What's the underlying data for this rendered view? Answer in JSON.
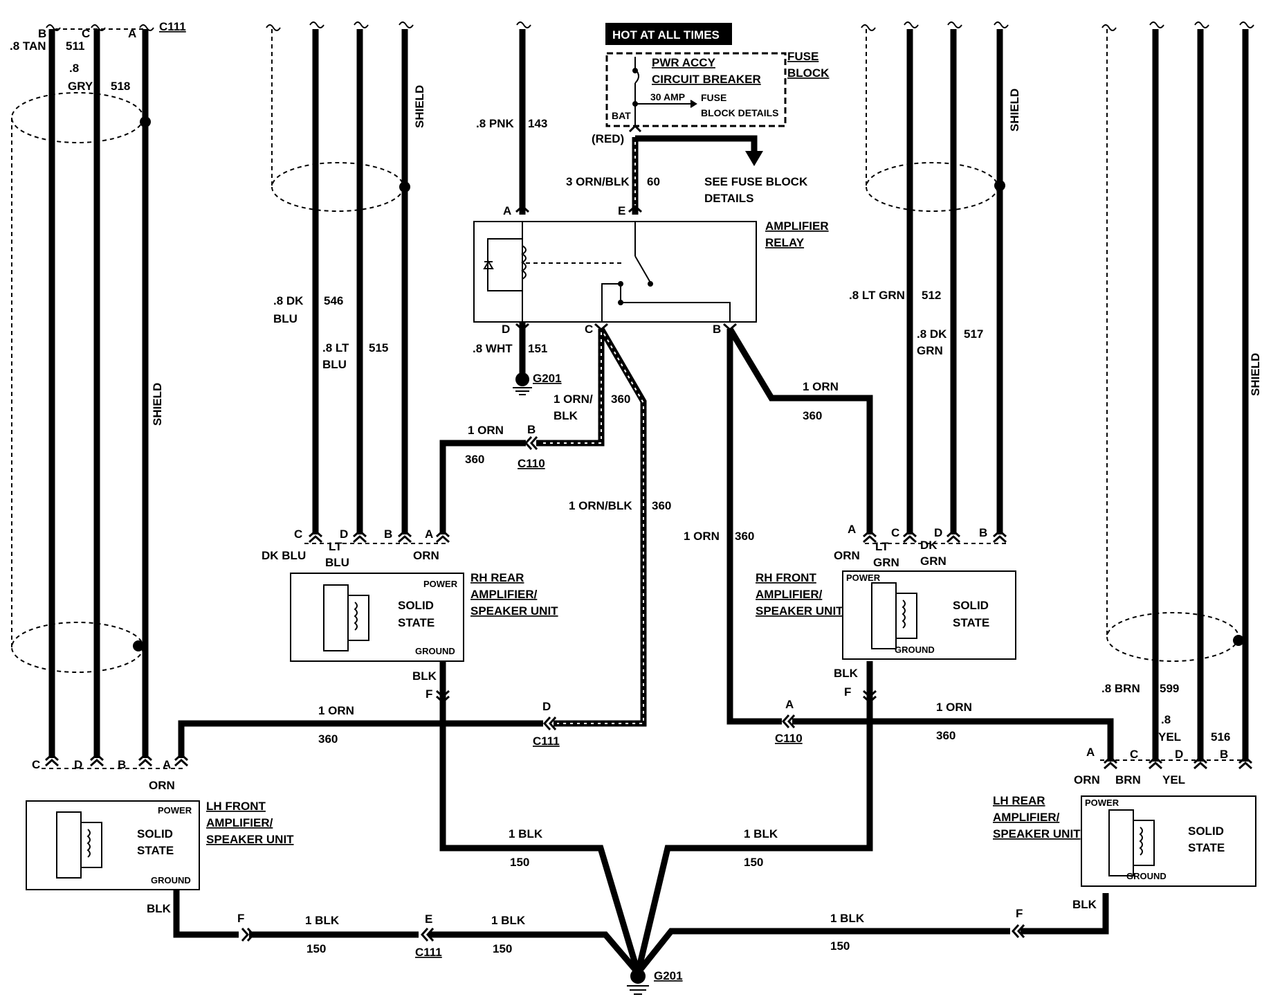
{
  "labels": {
    "hot_at_all_times": "HOT AT ALL TIMES",
    "fuse_block": [
      "FUSE",
      "BLOCK"
    ],
    "pwr_accy": [
      "PWR ACCY",
      "CIRCUIT BREAKER"
    ],
    "amp30": "30 AMP",
    "fuse_block_details_small": [
      "FUSE",
      "BLOCK DETAILS"
    ],
    "bat": "BAT",
    "red": "(RED)",
    "see_fuse_block": [
      "SEE FUSE BLOCK",
      "DETAILS"
    ],
    "amp_relay": [
      "AMPLIFIER",
      "RELAY"
    ],
    "shield": "SHIELD",
    "g201": "G201",
    "c111": "C111",
    "c110": "C110",
    "power": "POWER",
    "ground": "GROUND",
    "solid_state": [
      "SOLID",
      "STATE"
    ],
    "rh_rear": [
      "RH REAR",
      "AMPLIFIER/",
      "SPEAKER UNIT"
    ],
    "rh_front": [
      "RH FRONT",
      "AMPLIFIER/",
      "SPEAKER UNIT"
    ],
    "lh_front": [
      "LH FRONT",
      "AMPLIFIER/",
      "SPEAKER UNIT"
    ],
    "lh_rear": [
      "LH REAR",
      "AMPLIFIER/",
      "SPEAKER UNIT"
    ]
  },
  "wires": {
    "lhf_tan": [
      ".8 TAN",
      "511"
    ],
    "lhf_gry": [
      ".8",
      "GRY",
      "518"
    ],
    "pnk": [
      ".8 PNK",
      "143"
    ],
    "orn_blk_60": [
      "3 ORN/BLK",
      "60"
    ],
    "dk_blu": [
      ".8 DK",
      "BLU",
      "546"
    ],
    "lt_blu": [
      ".8 LT",
      "BLU",
      "515"
    ],
    "wht": [
      ".8 WHT",
      "151"
    ],
    "orn_blk_c": [
      "1 ORN/",
      "BLK",
      "360"
    ],
    "orn_360_b": [
      "1 ORN",
      "360"
    ],
    "orn_blk_long": [
      "1 ORN/BLK",
      "360"
    ],
    "orn_360_rel_b": [
      "1 ORN",
      "360"
    ],
    "orn_360_mid": [
      "1 ORN",
      "360"
    ],
    "lt_grn": [
      ".8 LT GRN",
      "512"
    ],
    "dk_grn": [
      ".8 DK",
      "GRN",
      "517"
    ],
    "brn": [
      ".8 BRN",
      "599"
    ],
    "yel": [
      ".8",
      "YEL",
      "516"
    ],
    "blk_150": [
      "1 BLK",
      "150"
    ],
    "blk": "BLK",
    "orn": "ORN",
    "dk_blu_short": "DK BLU",
    "lt_blu_short": [
      "LT",
      "BLU"
    ],
    "lt_grn_short": [
      "LT",
      "GRN"
    ],
    "dk_grn_short": [
      "DK",
      "GRN"
    ],
    "brn_short": "BRN",
    "yel_short": "YEL"
  },
  "pins": {
    "A": "A",
    "B": "B",
    "C": "C",
    "D": "D",
    "E": "E",
    "F": "F"
  }
}
